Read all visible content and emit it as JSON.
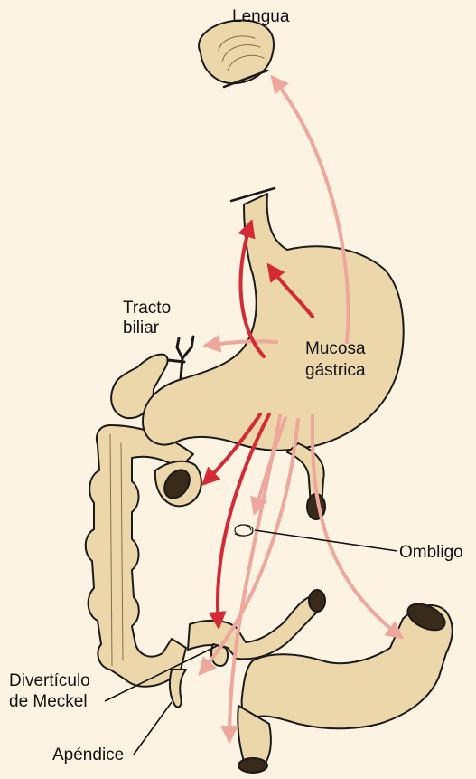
{
  "labels": {
    "tongue": "Lengua",
    "biliary_line1": "Tracto",
    "biliary_line2": "biliar",
    "mucosa_line1": "Mucosa",
    "mucosa_line2": "gástrica",
    "umbilicus": "Ombligo",
    "meckel_line1": "Divertículo",
    "meckel_line2": "de Meckel",
    "appendix": "Apéndice"
  },
  "colors": {
    "background": "#fdf3e2",
    "organ_fill": "#ecd7aa",
    "organ_shade": "#d9bd86",
    "outline": "#1a1a1a",
    "arrow_dark": "#d42a36",
    "arrow_light": "#eea79c"
  }
}
